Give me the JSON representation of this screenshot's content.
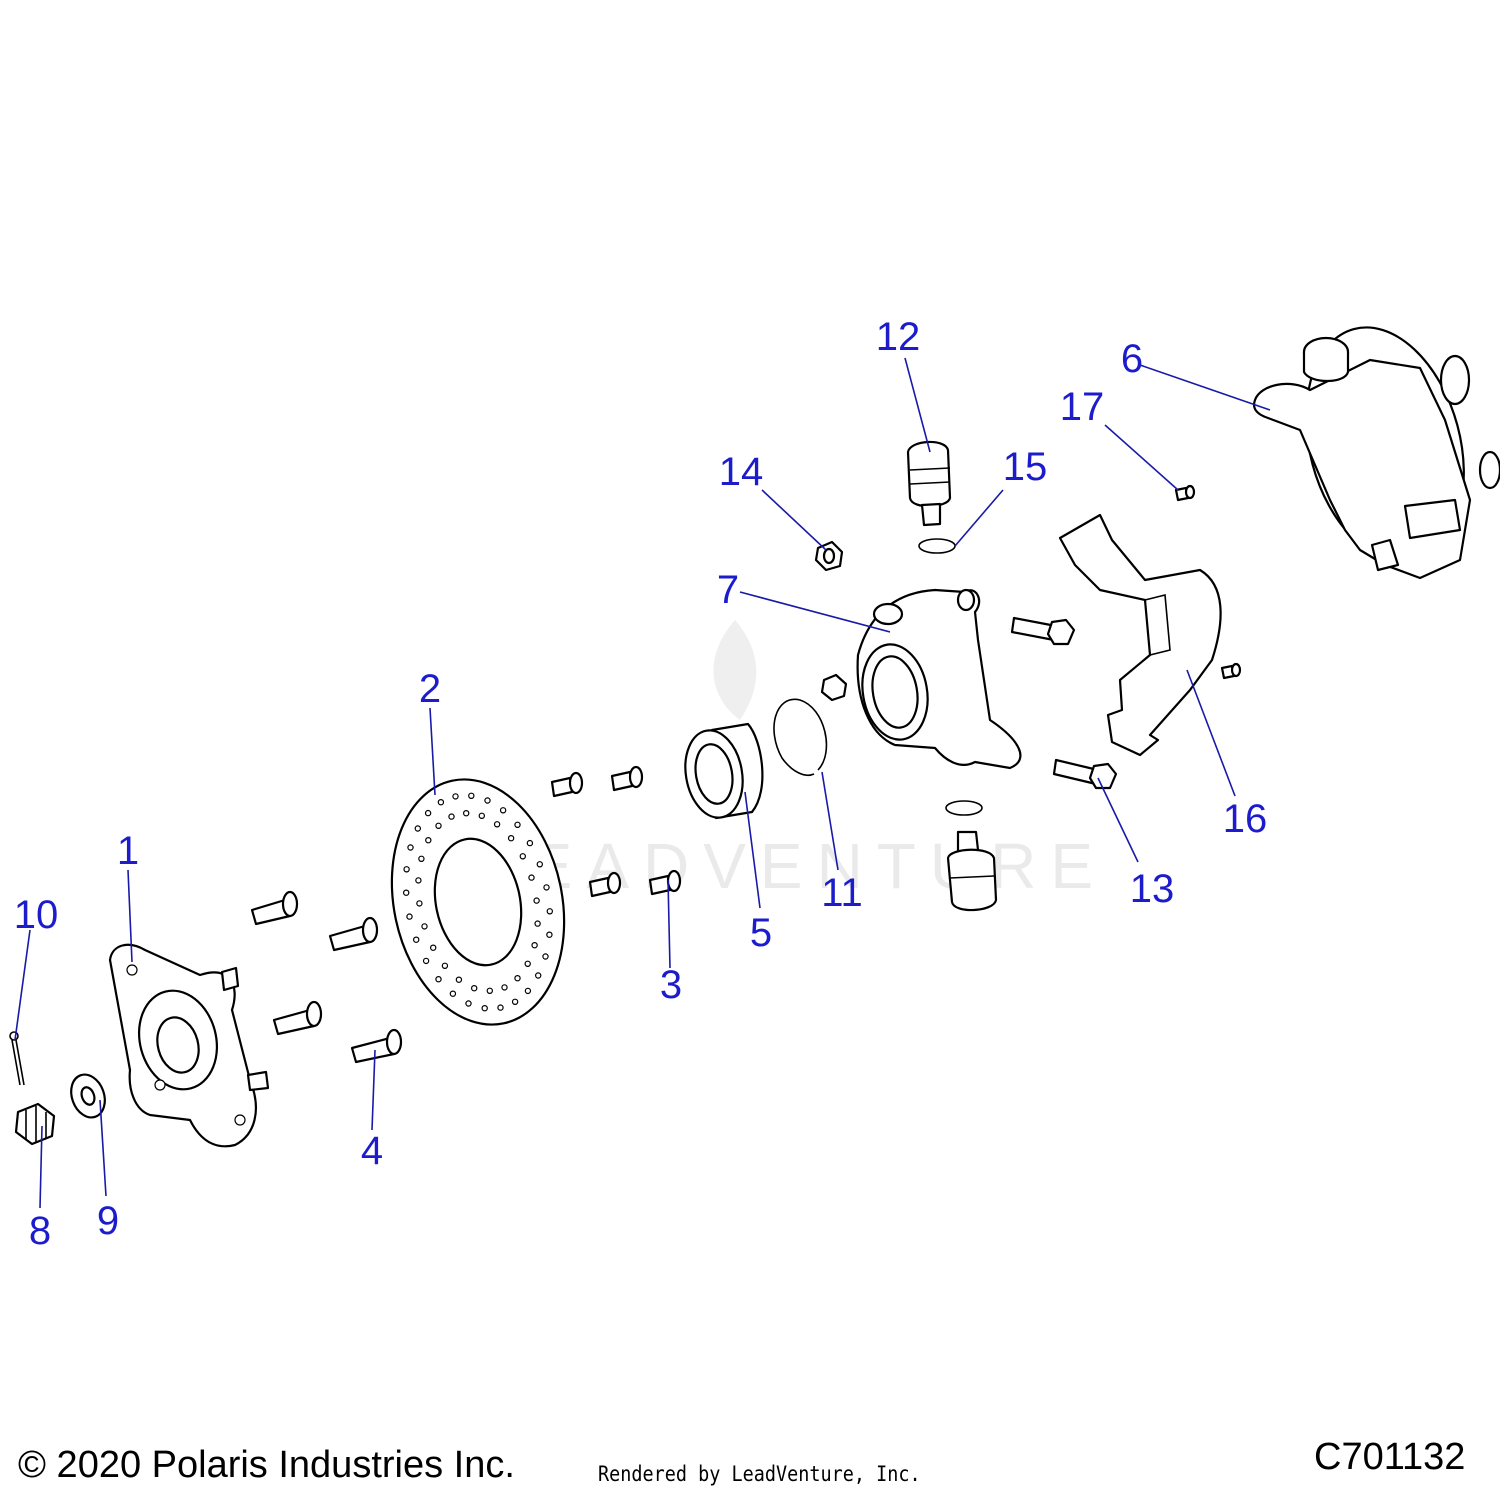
{
  "diagram": {
    "callouts": {
      "c1": "1",
      "c2": "2",
      "c3": "3",
      "c4": "4",
      "c5": "5",
      "c6": "6",
      "c7": "7",
      "c8": "8",
      "c9": "9",
      "c10": "10",
      "c11": "11",
      "c12": "12",
      "c13": "13",
      "c14": "14",
      "c15": "15",
      "c16": "16",
      "c17": "17"
    },
    "watermark": "LEADVENTURE",
    "callout_color": "#1c1ccc"
  },
  "footer": {
    "copyright": "© 2020 Polaris Industries Inc.",
    "rendered_by": "Rendered by LeadVenture, Inc.",
    "diagram_code": "C701132"
  }
}
